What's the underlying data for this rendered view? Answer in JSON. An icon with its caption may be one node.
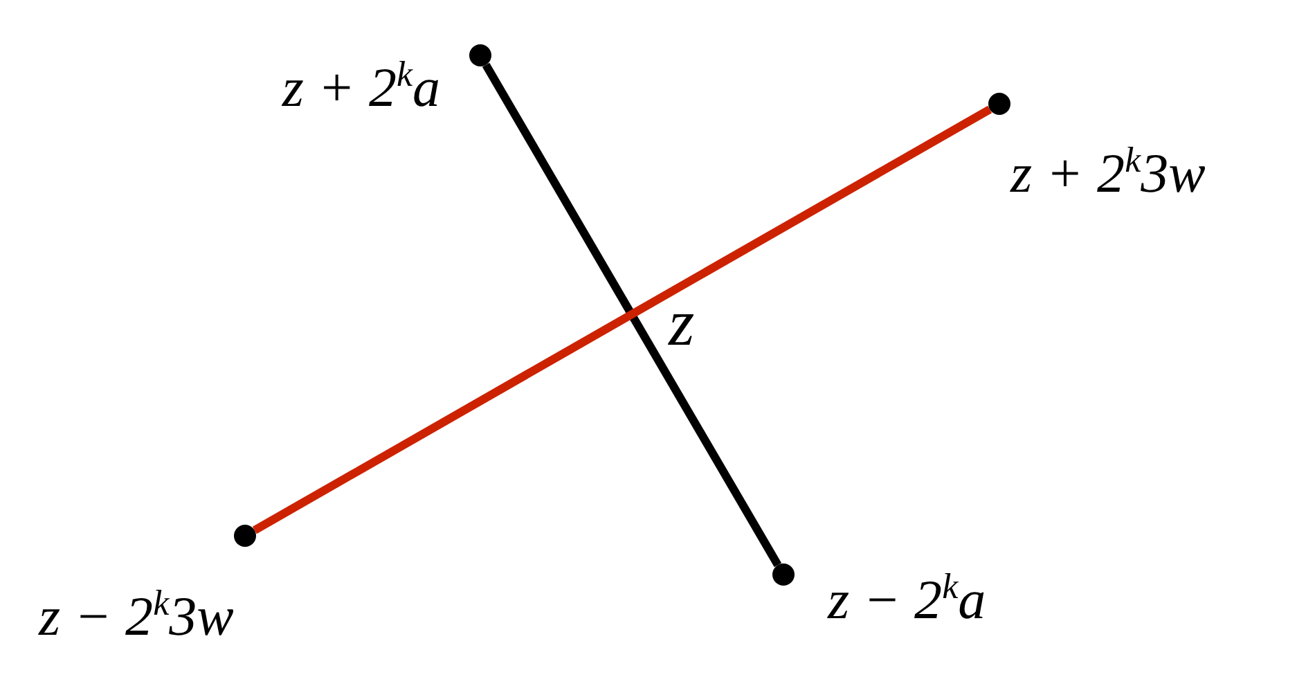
{
  "diagram": {
    "nodes": [
      {
        "text": [],
        "shape": "circle",
        "beside": [
          "z + 2$^{k}$a"
        ]
      },
      {
        "text": [],
        "shape": "circle",
        "beside": [
          "z + 2$^{k}$3w"
        ]
      },
      {
        "text": [],
        "shape": "circle",
        "beside": [
          "z − 2$^{k}$3w"
        ]
      },
      {
        "text": [],
        "shape": "circle",
        "beside": [
          "z − 2$^{k}$a"
        ]
      }
    ],
    "edges": [
      {
        "from": 0,
        "to": 3,
        "arrow": "none"
      },
      {
        "from": 2,
        "to": 1,
        "arrow": "none",
        "color": "#cc2200"
      }
    ],
    "labels": [
      "z"
    ]
  }
}
